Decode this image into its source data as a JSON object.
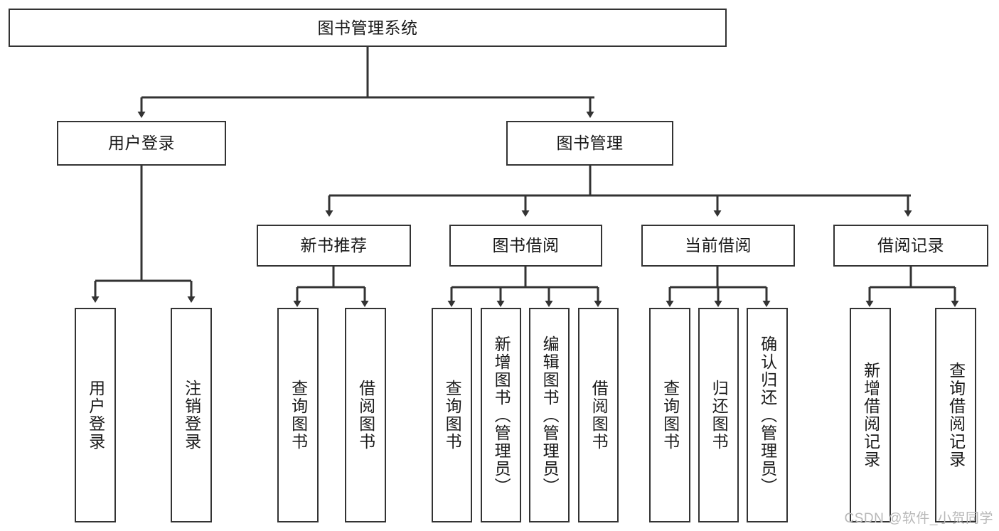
{
  "diagram": {
    "title": "图书管理系统",
    "watermark": "CSDN @软件_小贺同学",
    "stroke_color": "#333333",
    "fill_color": "#ffffff",
    "text_color": "#1a1a1a",
    "watermark_color": "#b8b8b8"
  },
  "nodes": {
    "root": {
      "label": "图书管理系统"
    },
    "level2": [
      {
        "label": "用户登录"
      },
      {
        "label": "图书管理"
      }
    ],
    "level3": [
      {
        "label": "新书推荐"
      },
      {
        "label": "图书借阅"
      },
      {
        "label": "当前借阅"
      },
      {
        "label": "借阅记录"
      }
    ],
    "leaves": {
      "user_login": [
        {
          "label": "用户登录"
        },
        {
          "label": "注销登录"
        }
      ],
      "new_book_recommend": [
        {
          "label": "查询图书"
        },
        {
          "label": "借阅图书"
        }
      ],
      "book_borrow": [
        {
          "label": "查询图书"
        },
        {
          "label": "新增图书（管理员）"
        },
        {
          "label": "编辑图书（管理员）"
        },
        {
          "label": "借阅图书"
        }
      ],
      "current_borrow": [
        {
          "label": "查询图书"
        },
        {
          "label": "归还图书"
        },
        {
          "label": "确认归还（管理员）"
        }
      ],
      "borrow_record": [
        {
          "label": "新增借阅记录"
        },
        {
          "label": "查询借阅记录"
        }
      ]
    }
  }
}
